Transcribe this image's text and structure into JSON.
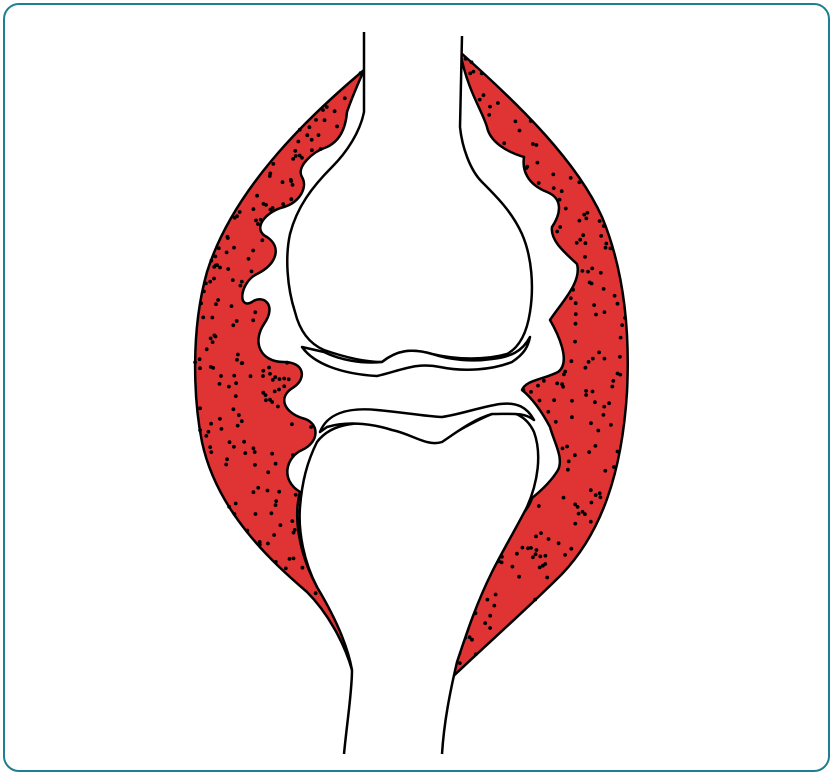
{
  "figure": {
    "subject": "synovial-joint-illustration",
    "colors": {
      "frame_border": "#1f7f8f",
      "synovium_fill": "#e03434",
      "outline": "#000000",
      "bone_fill": "#ffffff",
      "stipple_dots": "#000000"
    },
    "parts": [
      "left-inflamed-synovium",
      "right-inflamed-synovium",
      "upper-bone",
      "lower-bone",
      "upper-cartilage",
      "lower-cartilage",
      "joint-space"
    ]
  }
}
